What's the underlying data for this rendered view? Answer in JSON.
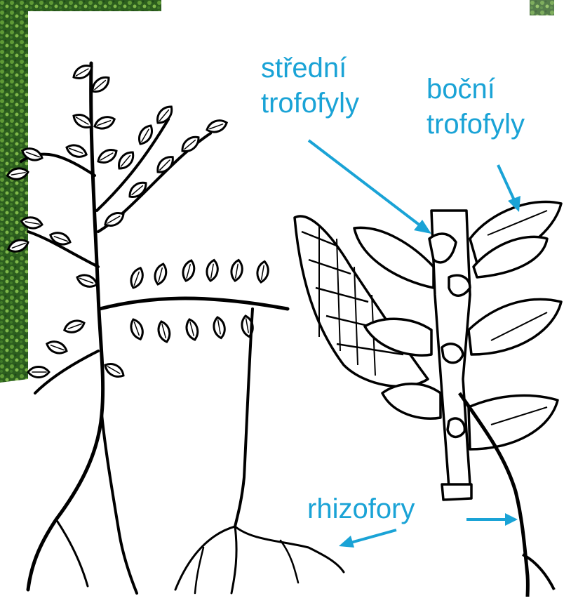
{
  "labels": {
    "stredni_line1": "střední",
    "stredni_line2": "trofofyly",
    "bocni_line1": "boční",
    "bocni_line2": "trofofyly",
    "rhizofory": "rhizofory"
  },
  "colors": {
    "annotation": "#1aa3d6",
    "ink": "#000000",
    "moss_dark": "#1f4a17",
    "moss_light": "#5f9a36",
    "background": "#ffffff"
  }
}
